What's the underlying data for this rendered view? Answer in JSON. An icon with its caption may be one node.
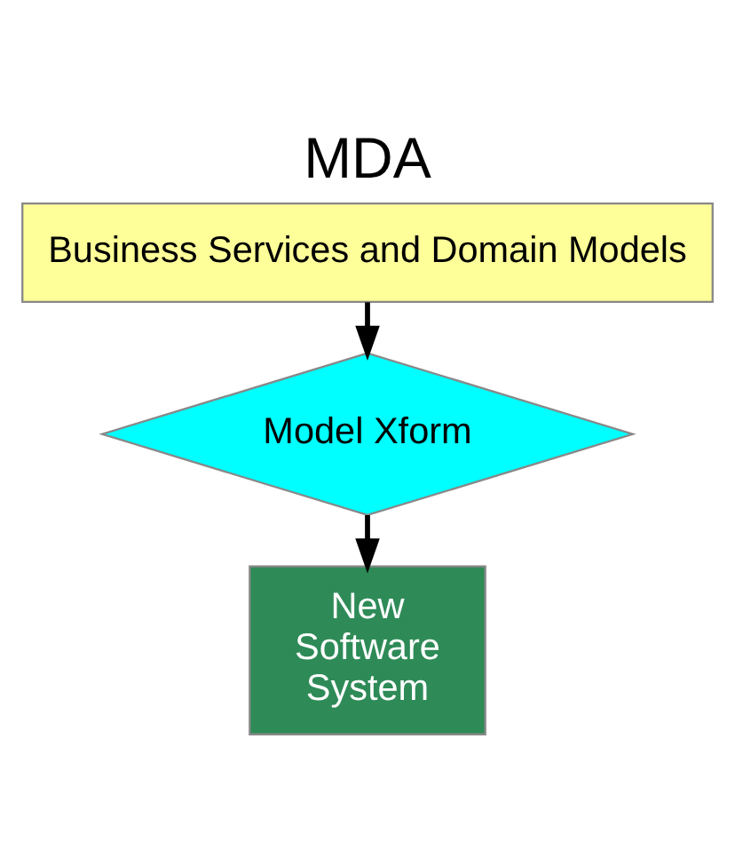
{
  "diagram": {
    "title": "MDA",
    "nodes": [
      {
        "text": [
          "Business Services and Domain Models"
        ]
      },
      {
        "text": [
          "Model Xform"
        ]
      },
      {
        "text": [
          "New Software System"
        ]
      }
    ],
    "edges": [
      {
        "from": 0,
        "to": 1,
        "arrow": "to"
      },
      {
        "from": 1,
        "to": 2,
        "arrow": "to"
      }
    ]
  }
}
